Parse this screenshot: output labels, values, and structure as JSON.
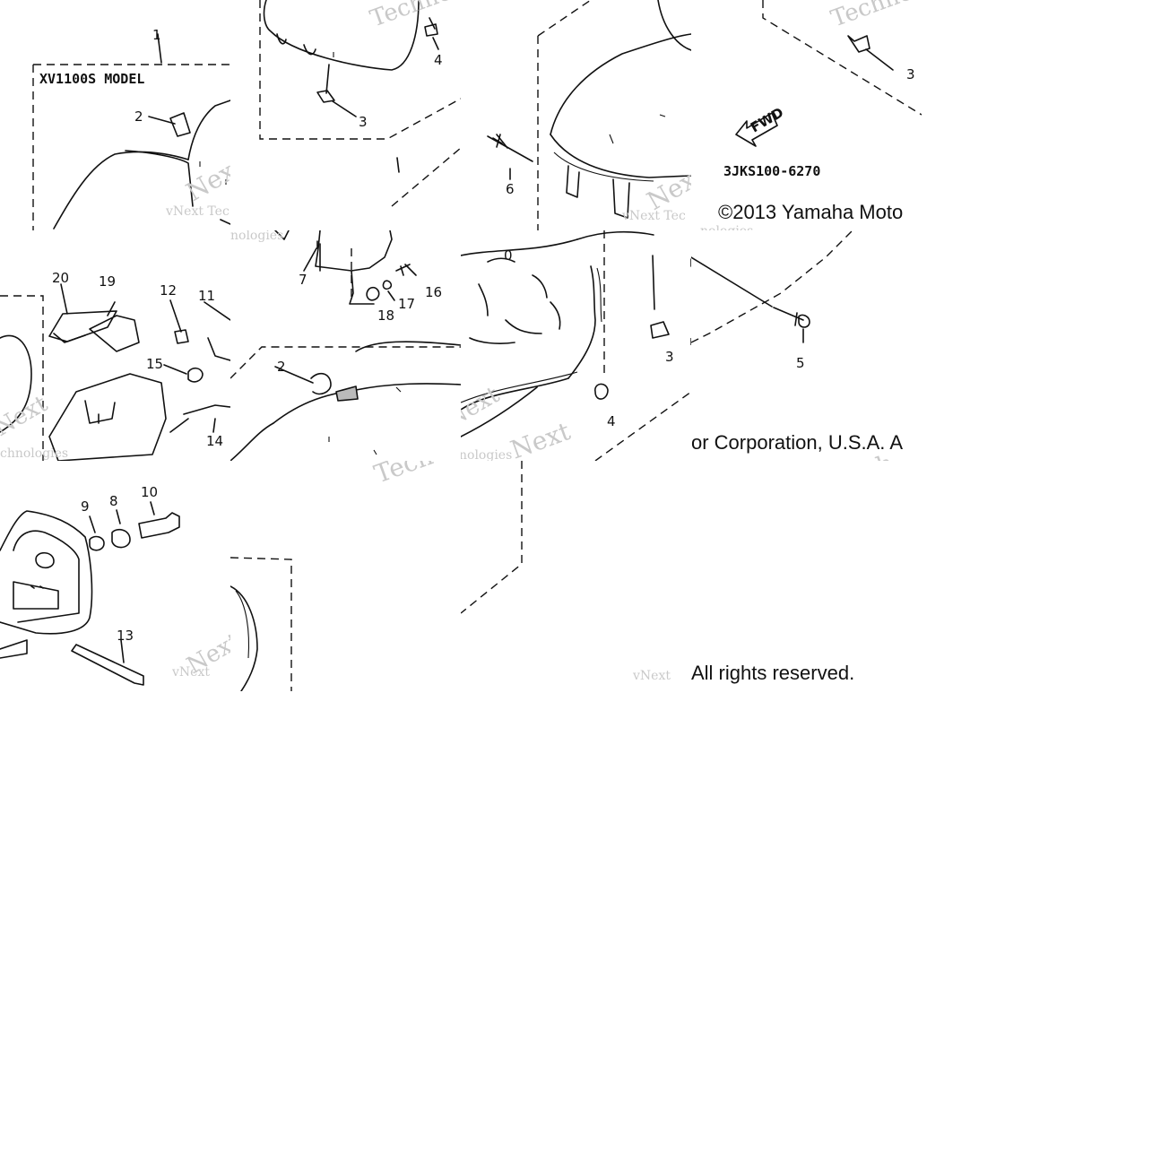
{
  "model_label": "XV1100S MODEL",
  "part_code": "3JKS100-6270",
  "fwd_label": "FWD",
  "copyright_1": "©2013 Yamaha Moto",
  "copyright_2": "or Corporation, U.S.A. A",
  "copyright_3": "All rights reserved.",
  "watermarks": {
    "tech": "Techno",
    "vnext": "vNext Tec",
    "next": "Next",
    "nologies": "nologies",
    "technologies": "chnologies",
    "tech_short": "Tech",
    "v_next": "vNext"
  },
  "callouts": {
    "t1": [
      "1",
      "2",
      "3"
    ],
    "t2": [
      "4",
      "3"
    ],
    "t3": [
      "6"
    ],
    "t4": [
      "3"
    ],
    "t6": [
      "7",
      "16",
      "17",
      "18"
    ],
    "t7": [
      "0",
      "3",
      "5",
      "4"
    ],
    "t9": [
      "20",
      "19",
      "12",
      "11",
      "15",
      "14"
    ],
    "t10": [
      "2"
    ],
    "t12": [
      "9",
      "8",
      "10",
      "13"
    ]
  }
}
